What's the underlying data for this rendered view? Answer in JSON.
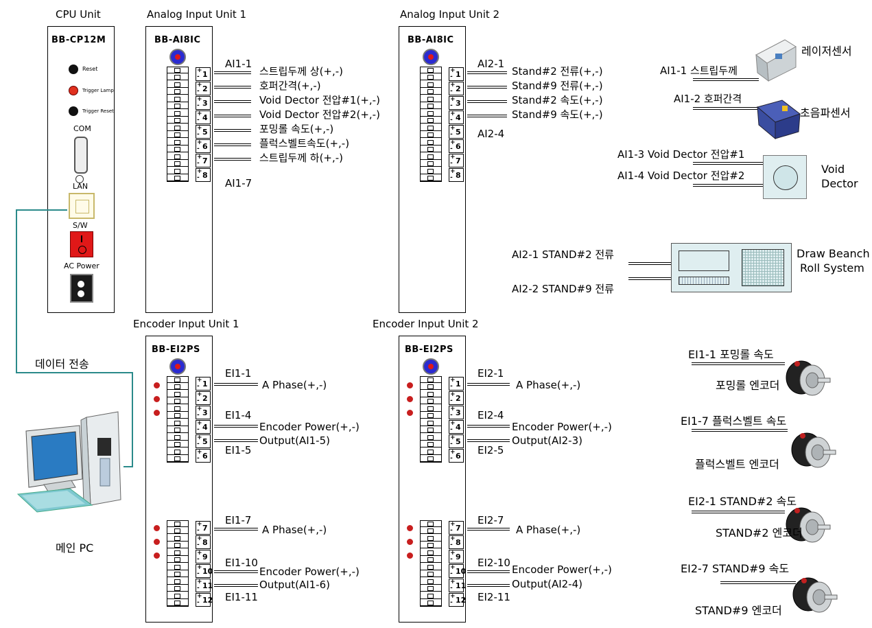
{
  "cpu": {
    "title": "CPU Unit",
    "model": "BB-CP12M",
    "reset": "Reset",
    "trigger_lamp": "Trigger Lamp",
    "trigger_reset": "Trigger Reset",
    "com": "COM",
    "lan": "LAN",
    "sw": "S/W",
    "ac_power": "AC Power"
  },
  "ai1": {
    "title": "Analog Input Unit 1",
    "model": "BB-AI8IC",
    "ch_top": "AI1-1",
    "ch_bottom": "AI1-7",
    "signals": [
      "스트립두께 상(+,-)",
      "호퍼간격(+,-)",
      "Void Dector 전압#1(+,-)",
      "Void Dector 전압#2(+,-)",
      "포밍롤 속도(+,-)",
      "플럭스벨트속도(+,-)",
      "스트립두께 하(+,-)"
    ]
  },
  "ai2": {
    "title": "Analog Input Unit 2",
    "model": "BB-AI8IC",
    "ch_top": "AI2-1",
    "ch_bottom": "AI2-4",
    "signals": [
      "Stand#2 전류(+,-)",
      "Stand#9  전류(+,-)",
      "Stand#2 속도(+,-)",
      "Stand#9 속도(+,-)"
    ]
  },
  "ei1": {
    "title": "Encoder Input Unit 1",
    "model": "BB-EI2PS",
    "g1": {
      "a": "EI1-1",
      "b": "EI1-4",
      "c": "EI1-5",
      "phase": "A Phase(+,-)",
      "power": "Encoder Power(+,-)",
      "output": "Output(AI1-5)"
    },
    "g2": {
      "a": "EI1-7",
      "b": "EI1-10",
      "c": "EI1-11",
      "phase": "A Phase(+,-)",
      "power": "Encoder Power(+,-)",
      "output": "Output(AI1-6)"
    }
  },
  "ei2": {
    "title": "Encoder Input Unit 2",
    "model": "BB-EI2PS",
    "g1": {
      "a": "EI2-1",
      "b": "EI2-4",
      "c": "EI2-5",
      "phase": "A Phase(+,-)",
      "power": "Encoder Power(+,-)",
      "output": "Output(AI2-3)"
    },
    "g2": {
      "a": "EI2-7",
      "b": "EI2-10",
      "c": "EI2-11",
      "phase": "A Phase(+,-)",
      "power": "Encoder Power(+,-)",
      "output": "Output(AI2-4)"
    }
  },
  "terminal_numbers": [
    "1",
    "2",
    "3",
    "4",
    "5",
    "6",
    "7",
    "8"
  ],
  "encoder_terminal_numbers_top": [
    "1",
    "2",
    "3",
    "4",
    "5",
    "6"
  ],
  "encoder_terminal_numbers_bottom": [
    "7",
    "8",
    "9",
    "10",
    "11",
    "12"
  ],
  "pc": {
    "transfer": "데이터 전송",
    "label": "메인 PC"
  },
  "sensors": {
    "laser_conn": "AI1-1 스트립두께",
    "laser_name": "레이저센서",
    "ultra_conn": "AI1-2 호퍼간격",
    "ultra_name": "초음파센서",
    "void1": "AI1-3 Void Dector 전압#1",
    "void2": "AI1-4 Void Dector 전압#2",
    "void_name_1": "Void",
    "void_name_2": "Dector",
    "draw1": "AI2-1 STAND#2 전류",
    "draw2": "AI2-2 STAND#9 전류",
    "draw_name_1": "Draw Beanch",
    "draw_name_2": "Roll System"
  },
  "encoders": [
    {
      "conn": "EI1-1 포밍롤 속도",
      "name": "포밍롤 엔코더"
    },
    {
      "conn": "EI1-7 플럭스벨트 속도",
      "name": "플럭스벨트 엔코더"
    },
    {
      "conn": "EI2-1 STAND#2 속도",
      "name": "STAND#2 엔코더"
    },
    {
      "conn": "EI2-7 STAND#9 속도",
      "name": "STAND#9  엔코더"
    }
  ],
  "colors": {
    "knob": "#2b2bd0",
    "led": "#c81e1e",
    "cable": "#2a8a8a",
    "device_fill": "#dfeef0"
  }
}
